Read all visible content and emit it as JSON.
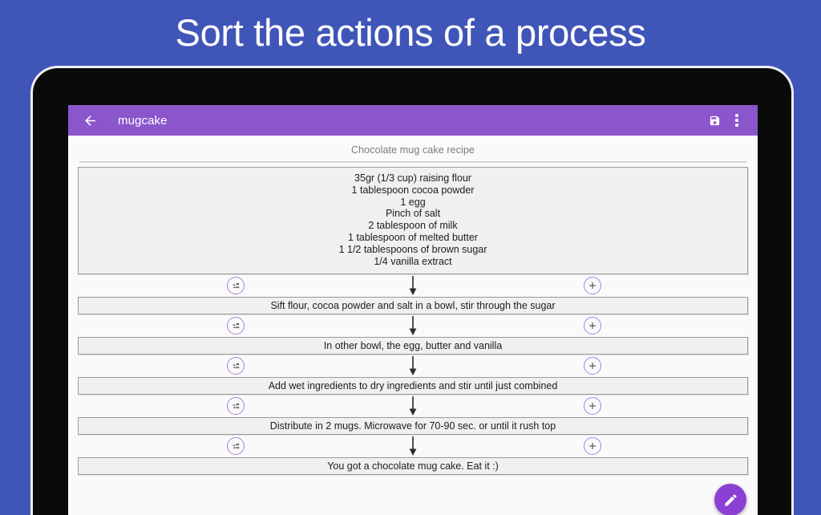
{
  "headline": "Sort the actions of a process",
  "colors": {
    "background_blue": "#4055b8",
    "toolbar_purple": "#8b55cc",
    "fab_purple": "#8b3fd4",
    "icon_outline_purple": "#b07fdb",
    "box_fill": "#f0f0f0",
    "box_border": "#9a9a9a"
  },
  "appbar": {
    "back_icon": "arrow-back-icon",
    "title": "mugcake",
    "save_icon": "save-floppy-icon",
    "overflow_icon": "more-vertical-icon"
  },
  "content": {
    "recipe_title": "Chocolate mug cake recipe",
    "ingredients": [
      "35gr (1/3 cup) raising flour",
      "1 tablespoon cocoa powder",
      "1 egg",
      "Pinch of salt",
      "2 tablespoon of milk",
      "1 tablespoon of melted butter",
      "1 1/2 tablespoons of brown sugar",
      "1/4 vanilla extract"
    ],
    "steps": [
      "Sift flour, cocoa powder and salt in a bowl, stir through the sugar",
      "In other bowl, the egg, butter and vanilla",
      "Add wet ingredients to dry ingredients and stir until just combined",
      "Distribute in 2 mugs. Microwave for 70-90 sec. or until it rush top",
      "You got a chocolate mug cake. Eat it :)"
    ],
    "connector": {
      "shuffle_icon": "shuffle-icon",
      "arrow_icon": "arrow-down-icon",
      "plus_icon": "plus-icon"
    }
  },
  "fab": {
    "icon": "edit-pencil-icon"
  }
}
